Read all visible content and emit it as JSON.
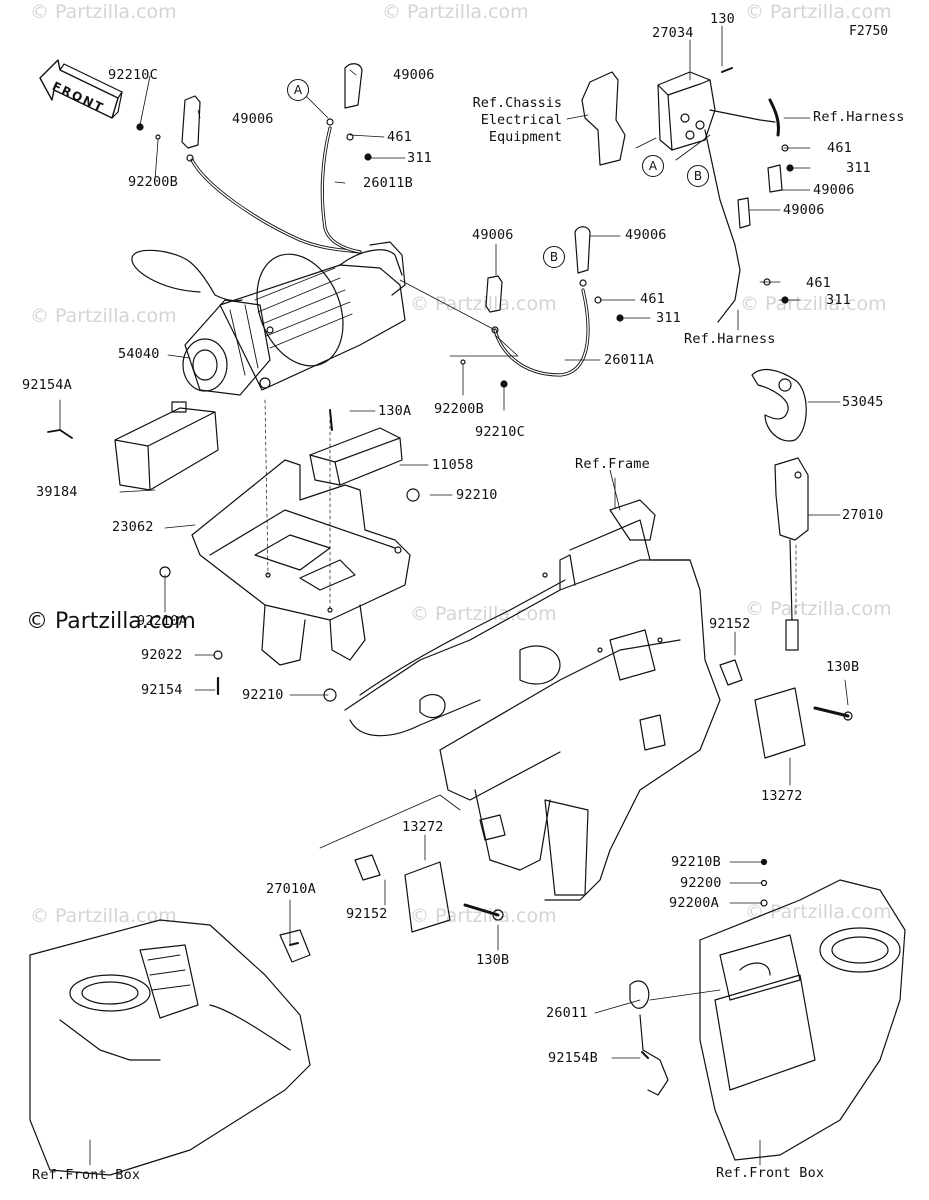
{
  "figure_id": "F2750",
  "watermark": {
    "small": "© Partzilla.com",
    "large": "© Partzilla.com"
  },
  "front_indicator": "FRONT",
  "callouts": {
    "a": "A",
    "b": "B"
  },
  "ref_labels": {
    "chassis_electrical": "Ref.Chassis\nElectrical\nEquipment",
    "harness_top": "Ref.Harness",
    "harness_mid": "Ref.Harness",
    "frame": "Ref.Frame",
    "front_box_left": "Ref.Front Box",
    "front_box_right": "Ref.Front Box"
  },
  "part_labels": {
    "p92210C_top": "92210C",
    "p92200B_top": "92200B",
    "p49006_a": "49006",
    "p49006_b": "49006",
    "p461_a": "461",
    "p311_a": "311",
    "p26011B": "26011B",
    "p27034": "27034",
    "p130": "130",
    "p461_b": "461",
    "p311_b": "311",
    "p49006_c": "49006",
    "p49006_d": "49006",
    "p461_c": "461",
    "p311_c": "311",
    "p49006_e": "49006",
    "p49006_f": "49006",
    "p461_d": "461",
    "p311_d": "311",
    "p26011A": "26011A",
    "p92200B_mid": "92200B",
    "p92210C_mid": "92210C",
    "p54040": "54040",
    "p92154A": "92154A",
    "p39184": "39184",
    "p23062": "23062",
    "p92210A": "92210A",
    "p92022": "92022",
    "p92154": "92154",
    "p92210_lower": "92210",
    "p130A": "130A",
    "p11058": "11058",
    "p92210_upper": "92210",
    "p53045": "53045",
    "p27010": "27010",
    "p92152_right": "92152",
    "p130B_right": "130B",
    "p13272_right": "13272",
    "p13272_center": "13272",
    "p92152_center": "92152",
    "p130B_center": "130B",
    "p27010A": "27010A",
    "p92210B": "92210B",
    "p92200": "92200",
    "p92200A": "92200A",
    "p26011": "26011",
    "p92154B": "92154B"
  }
}
